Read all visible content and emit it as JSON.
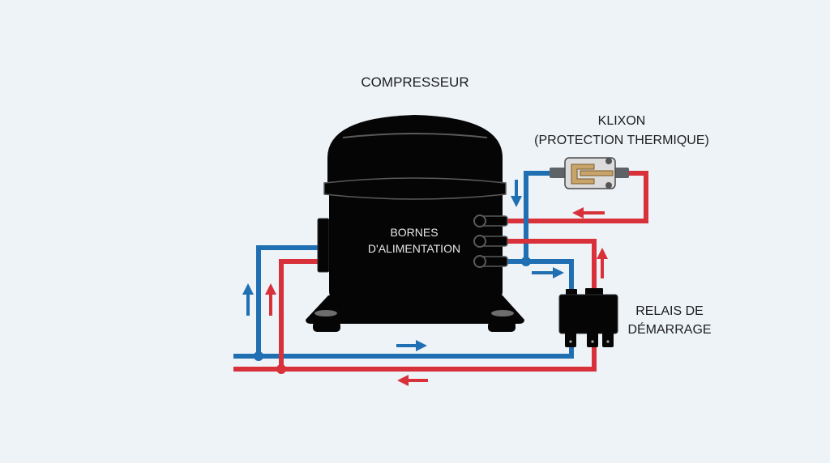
{
  "title": "COMPRESSEUR",
  "labels": {
    "compressor": "COMPRESSEUR",
    "terminals_line1": "BORNES",
    "terminals_line2": "D'ALIMENTATION",
    "klixon_line1": "KLIXON",
    "klixon_line2": "(PROTECTION THERMIQUE)",
    "relay_line1": "RELAIS DE",
    "relay_line2": "DÉMARRAGE"
  },
  "colors": {
    "background": "#eef3f8",
    "wire_blue": "#1f6fb2",
    "wire_red": "#d8313a",
    "component": "#050505",
    "klixon_body": "#d6d6d6",
    "klixon_contact": "#c9a46a"
  },
  "icons": {
    "flow_arrows": [
      "arrow-down-blue",
      "arrow-left-red",
      "arrow-right-blue",
      "arrow-up-red",
      "arrow-up-blue",
      "arrow-up-red",
      "arrow-right-blue",
      "arrow-left-red"
    ]
  }
}
